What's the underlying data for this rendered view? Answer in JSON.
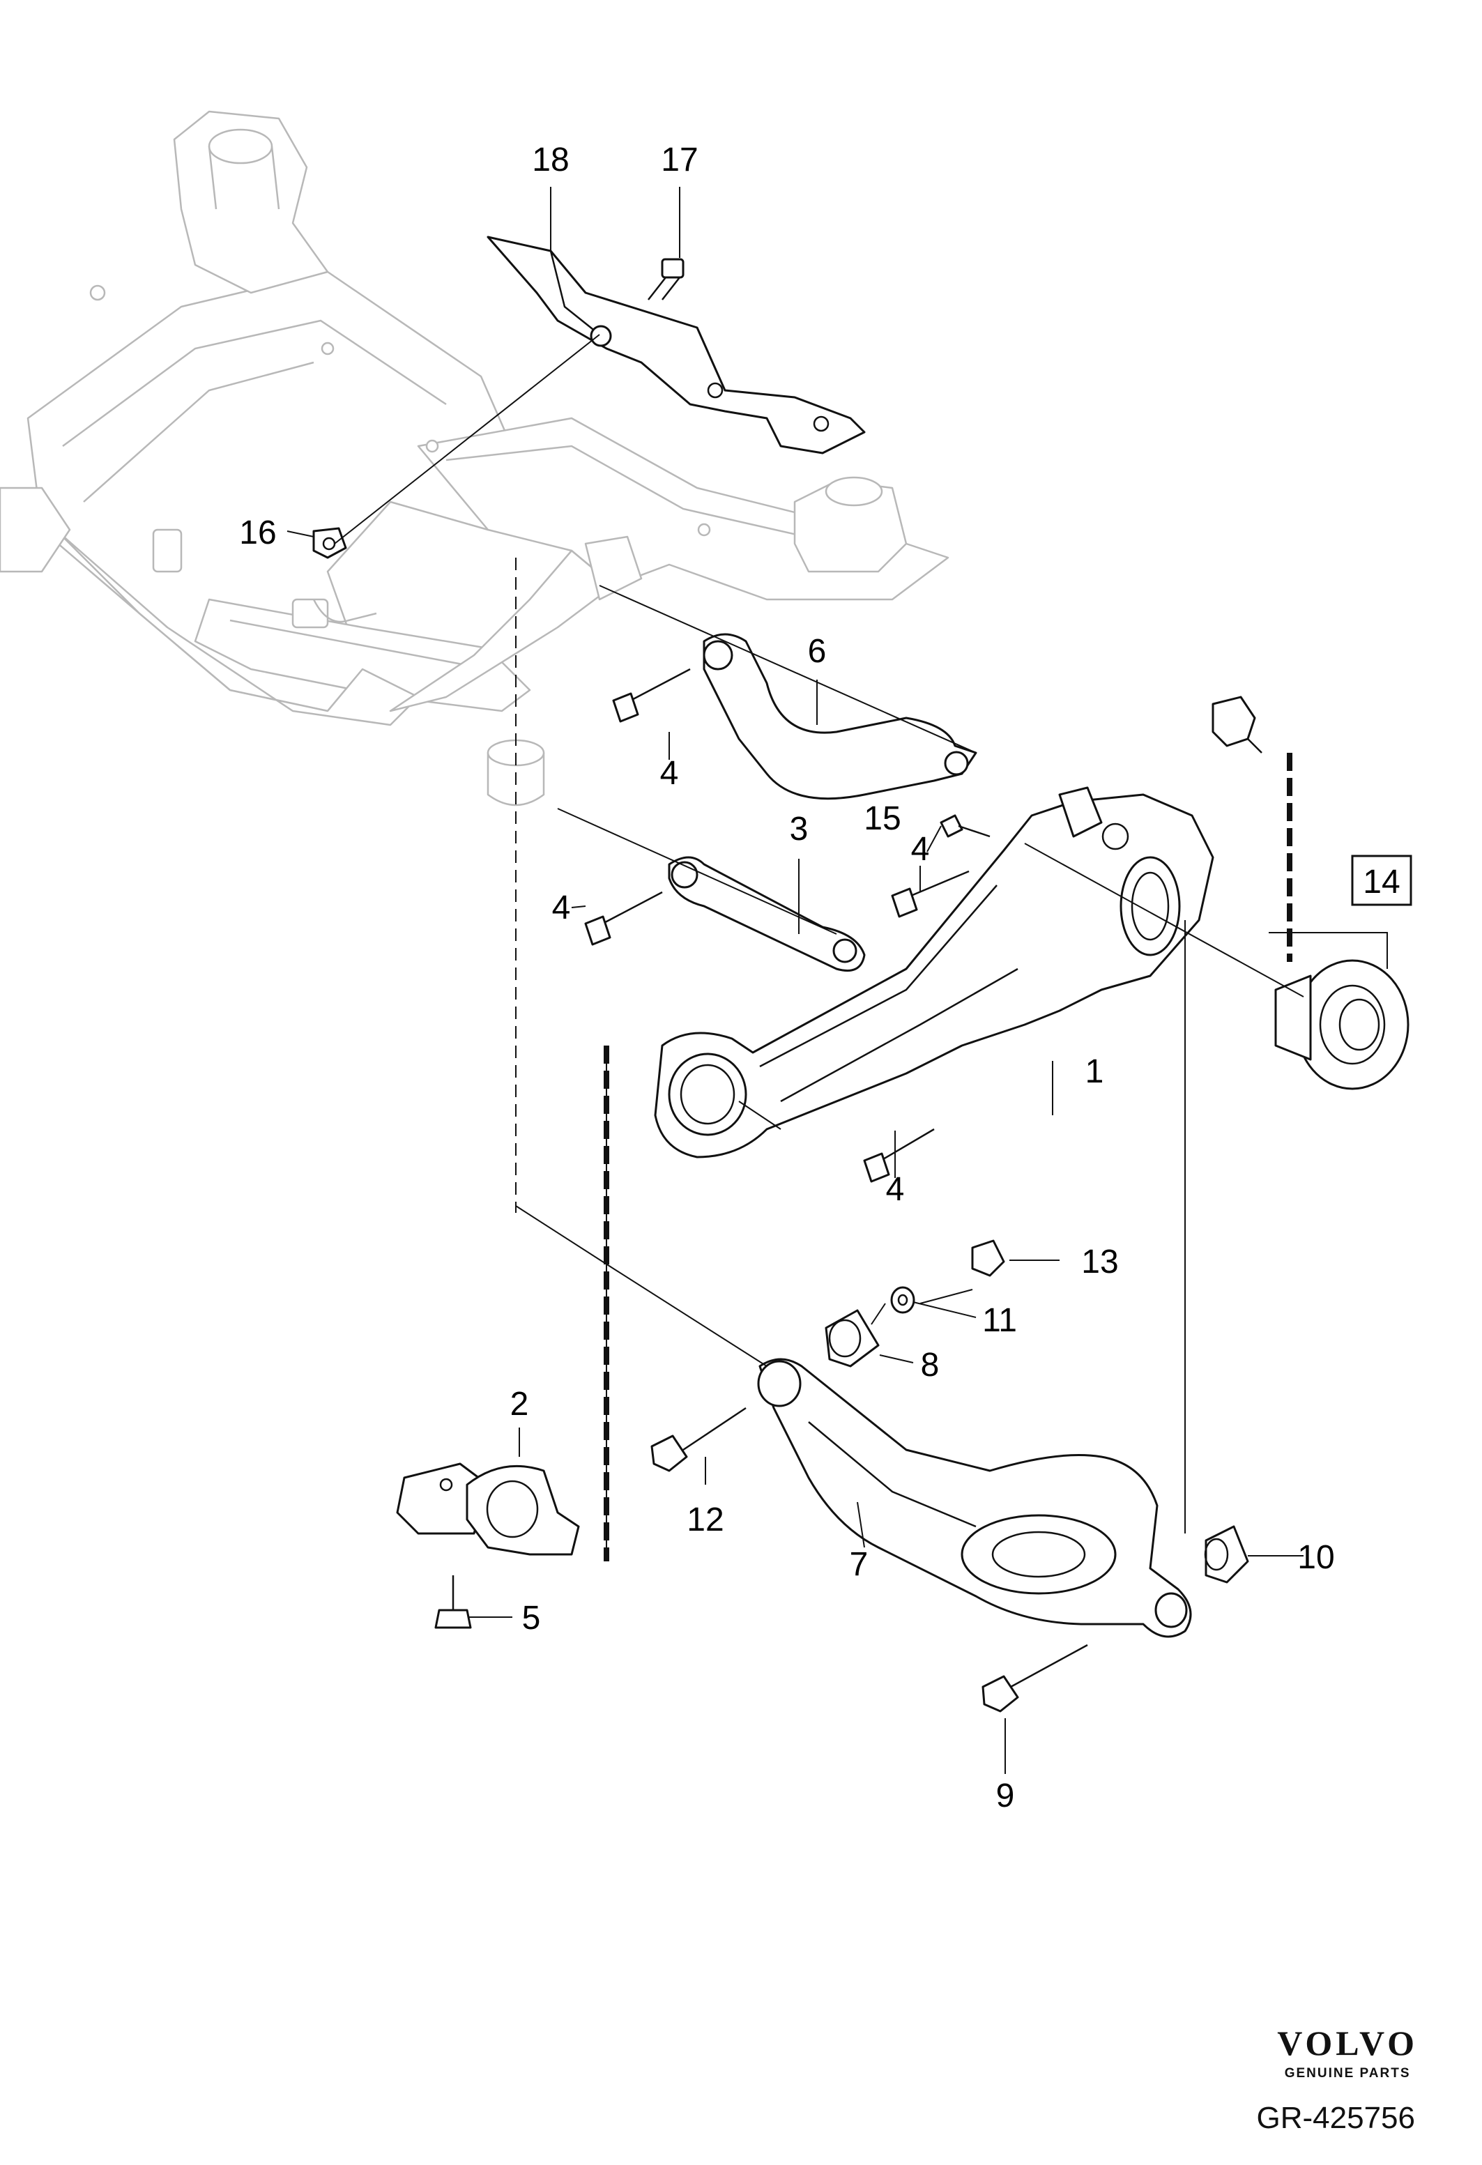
{
  "callouts": [
    "1",
    "2",
    "3",
    "4",
    "4",
    "4",
    "4",
    "5",
    "6",
    "7",
    "8",
    "9",
    "10",
    "11",
    "12",
    "13",
    "14",
    "15",
    "16",
    "17",
    "18"
  ],
  "brand": {
    "name": "VOLVO",
    "tagline": "GENUINE PARTS"
  },
  "figure_id": "GR-425756"
}
